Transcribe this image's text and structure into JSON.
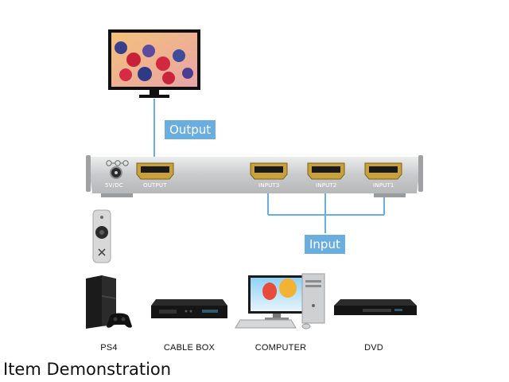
{
  "callouts": {
    "output": "Output",
    "input": "Input"
  },
  "switch_panel": {
    "ports": {
      "power": "5V/DC",
      "output": "OUTPUT",
      "input3": "INPUT3",
      "input2": "INPUT2",
      "input1": "INPUT1"
    }
  },
  "devices": {
    "ps4": "PS4",
    "cable_box": "CABLE BOX",
    "computer": "COMPUTER",
    "dvd": "DVD"
  },
  "caption": "Item Demonstration",
  "colors": {
    "accent": "#6aaee0",
    "switch_body": "#d4d5d7",
    "port_gold": "#c9a03a"
  }
}
